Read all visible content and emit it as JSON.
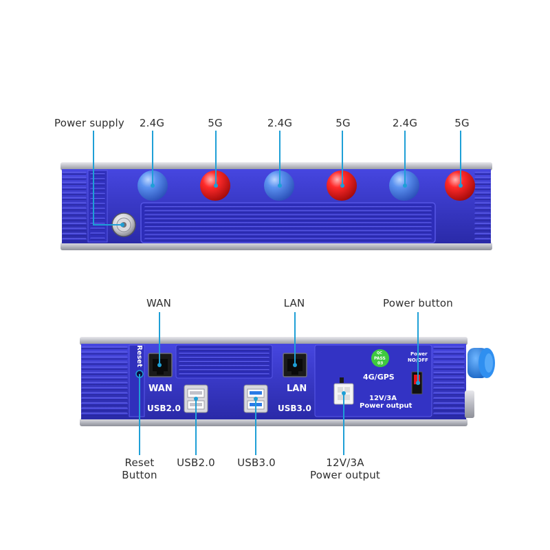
{
  "front": {
    "callouts": {
      "power_supply": "Power supply",
      "antenna_1": "2.4G",
      "antenna_2": "5G",
      "antenna_3": "2.4G",
      "antenna_4": "5G",
      "antenna_5": "2.4G",
      "antenna_6": "5G"
    }
  },
  "rear": {
    "callouts": {
      "wan": "WAN",
      "lan": "LAN",
      "power_button": "Power button",
      "reset_button": "Reset\nButton",
      "usb2": "USB2.0",
      "usb3": "USB3.0",
      "power_output": "12V/3A\nPower output"
    },
    "panel_labels": {
      "reset": "Reset",
      "wan": "WAN",
      "lan": "LAN",
      "usb2": "USB2.0",
      "usb3": "USB3.0",
      "gps": "4G/GPS",
      "power_output_line1": "12V/3A",
      "power_output_line2": "Power output",
      "power_switch_line1": "Power",
      "power_switch_line2": "NO/OFF",
      "qc_line1": "QC",
      "qc_line2": "PASS",
      "qc_line3": "03"
    }
  },
  "colors": {
    "body_blue": "#3a3ad0",
    "antenna_blue": "#4a86e8",
    "antenna_red": "#e81a1a",
    "callout_line": "#1e9fd6",
    "qc_badge": "#3ec93e",
    "power_cap": "#1a73d9"
  }
}
